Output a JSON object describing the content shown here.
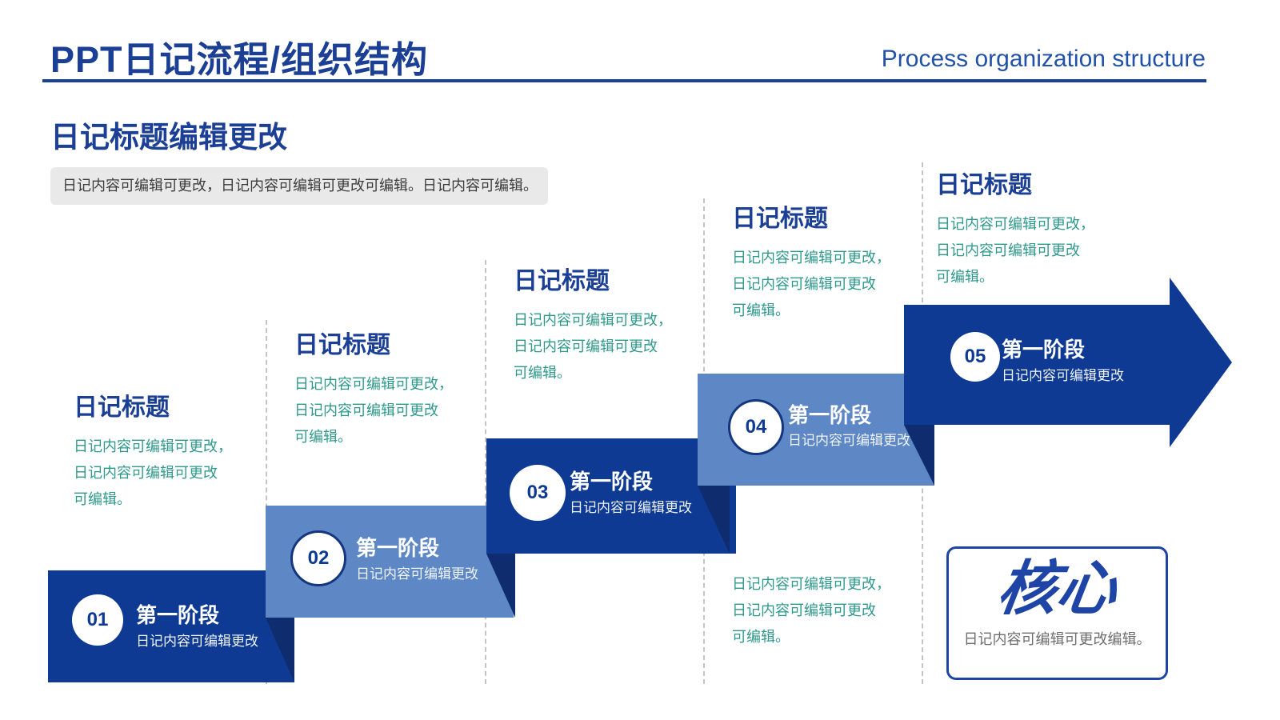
{
  "header": {
    "title": "PPT日记流程/组织结构",
    "subtitle": "Process organization structure"
  },
  "section": {
    "title": "日记标题编辑更改",
    "intro": "日记内容可编辑可更改，日记内容可编辑可更改可编辑。日记内容可编辑。"
  },
  "columns": [
    {
      "title": "日记标题",
      "lines": [
        "日记内容可编辑可更改，",
        "日记内容可编辑可更改",
        "可编辑。"
      ]
    },
    {
      "title": "日记标题",
      "lines": [
        "日记内容可编辑可更改，",
        "日记内容可编辑可更改",
        "可编辑。"
      ]
    },
    {
      "title": "日记标题",
      "lines": [
        "日记内容可编辑可更改，",
        "日记内容可编辑可更改",
        "可编辑。"
      ]
    },
    {
      "title": "日记标题",
      "lines": [
        "日记内容可编辑可更改，",
        "日记内容可编辑可更改",
        "可编辑。"
      ]
    },
    {
      "title": "日记标题",
      "lines": [
        "日记内容可编辑可更改，",
        "日记内容可编辑可更改",
        "可编辑。"
      ]
    }
  ],
  "steps": [
    {
      "number": "01",
      "title": "第一阶段",
      "desc": "日记内容可编辑更改"
    },
    {
      "number": "02",
      "title": "第一阶段",
      "desc": "日记内容可编辑更改"
    },
    {
      "number": "03",
      "title": "第一阶段",
      "desc": "日记内容可编辑更改"
    },
    {
      "number": "04",
      "title": "第一阶段",
      "desc": "日记内容可编辑更改"
    },
    {
      "number": "05",
      "title": "第一阶段",
      "desc": "日记内容可编辑更改"
    }
  ],
  "note": {
    "lines": [
      "日记内容可编辑可更改，",
      "日记内容可编辑可更改",
      "可编辑。"
    ]
  },
  "core": {
    "title": "核心",
    "desc": "日记内容可编辑可更改编辑。"
  },
  "colors": {
    "title_blue": "#1b3f94",
    "dark_blue": "#0e3a94",
    "light_blue": "#5d87c5",
    "fold_navy": "#0e2c6e",
    "teal": "#2e998c",
    "core_blue": "#1e45a5",
    "intro_bg": "#e9e9e9"
  }
}
